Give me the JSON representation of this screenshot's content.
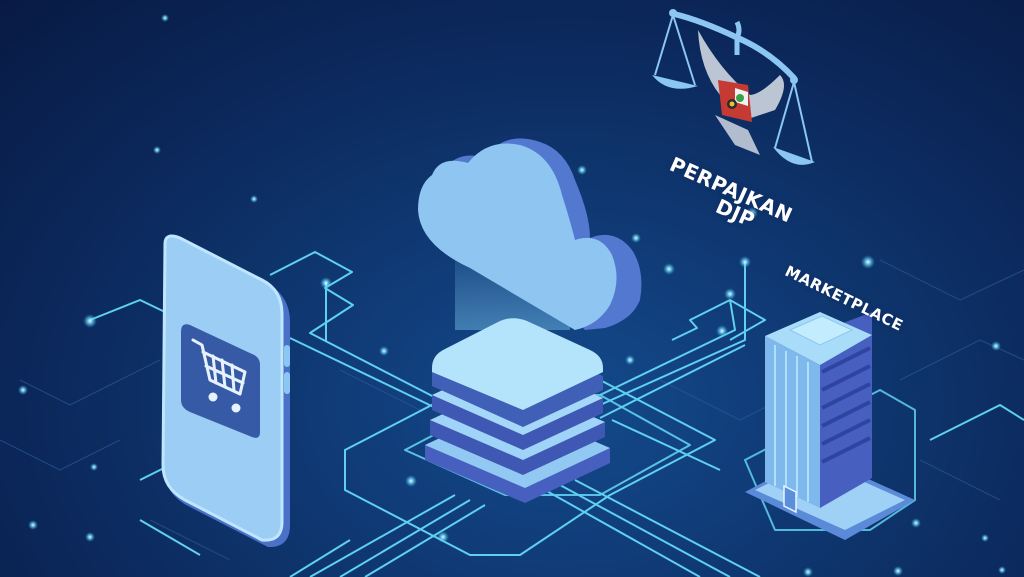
{
  "scene": {
    "description": "Isometric illustration: smartphone with shopping cart connected via circuit lines to cloud server stack, DJP tax emblem, and marketplace building",
    "colors": {
      "background_dark": "#081a44",
      "background_mid": "#0f3872",
      "circuit_line": "#5fd0f0",
      "device_light": "#8cc6f2",
      "device_mid": "#5b8fdc",
      "device_dark": "#3f5fb8",
      "glow_dot": "#bff4ff"
    }
  },
  "labels": {
    "tax_authority_line1": "PERPAJKAN",
    "tax_authority_line2": "DJP",
    "marketplace": "MARKETPLACE"
  },
  "icons": {
    "phone": "smartphone-icon",
    "cart": "shopping-cart-icon",
    "cloud": "cloud-icon",
    "server": "server-stack-icon",
    "emblem": "garuda-scales-emblem-icon",
    "building": "office-building-icon"
  }
}
